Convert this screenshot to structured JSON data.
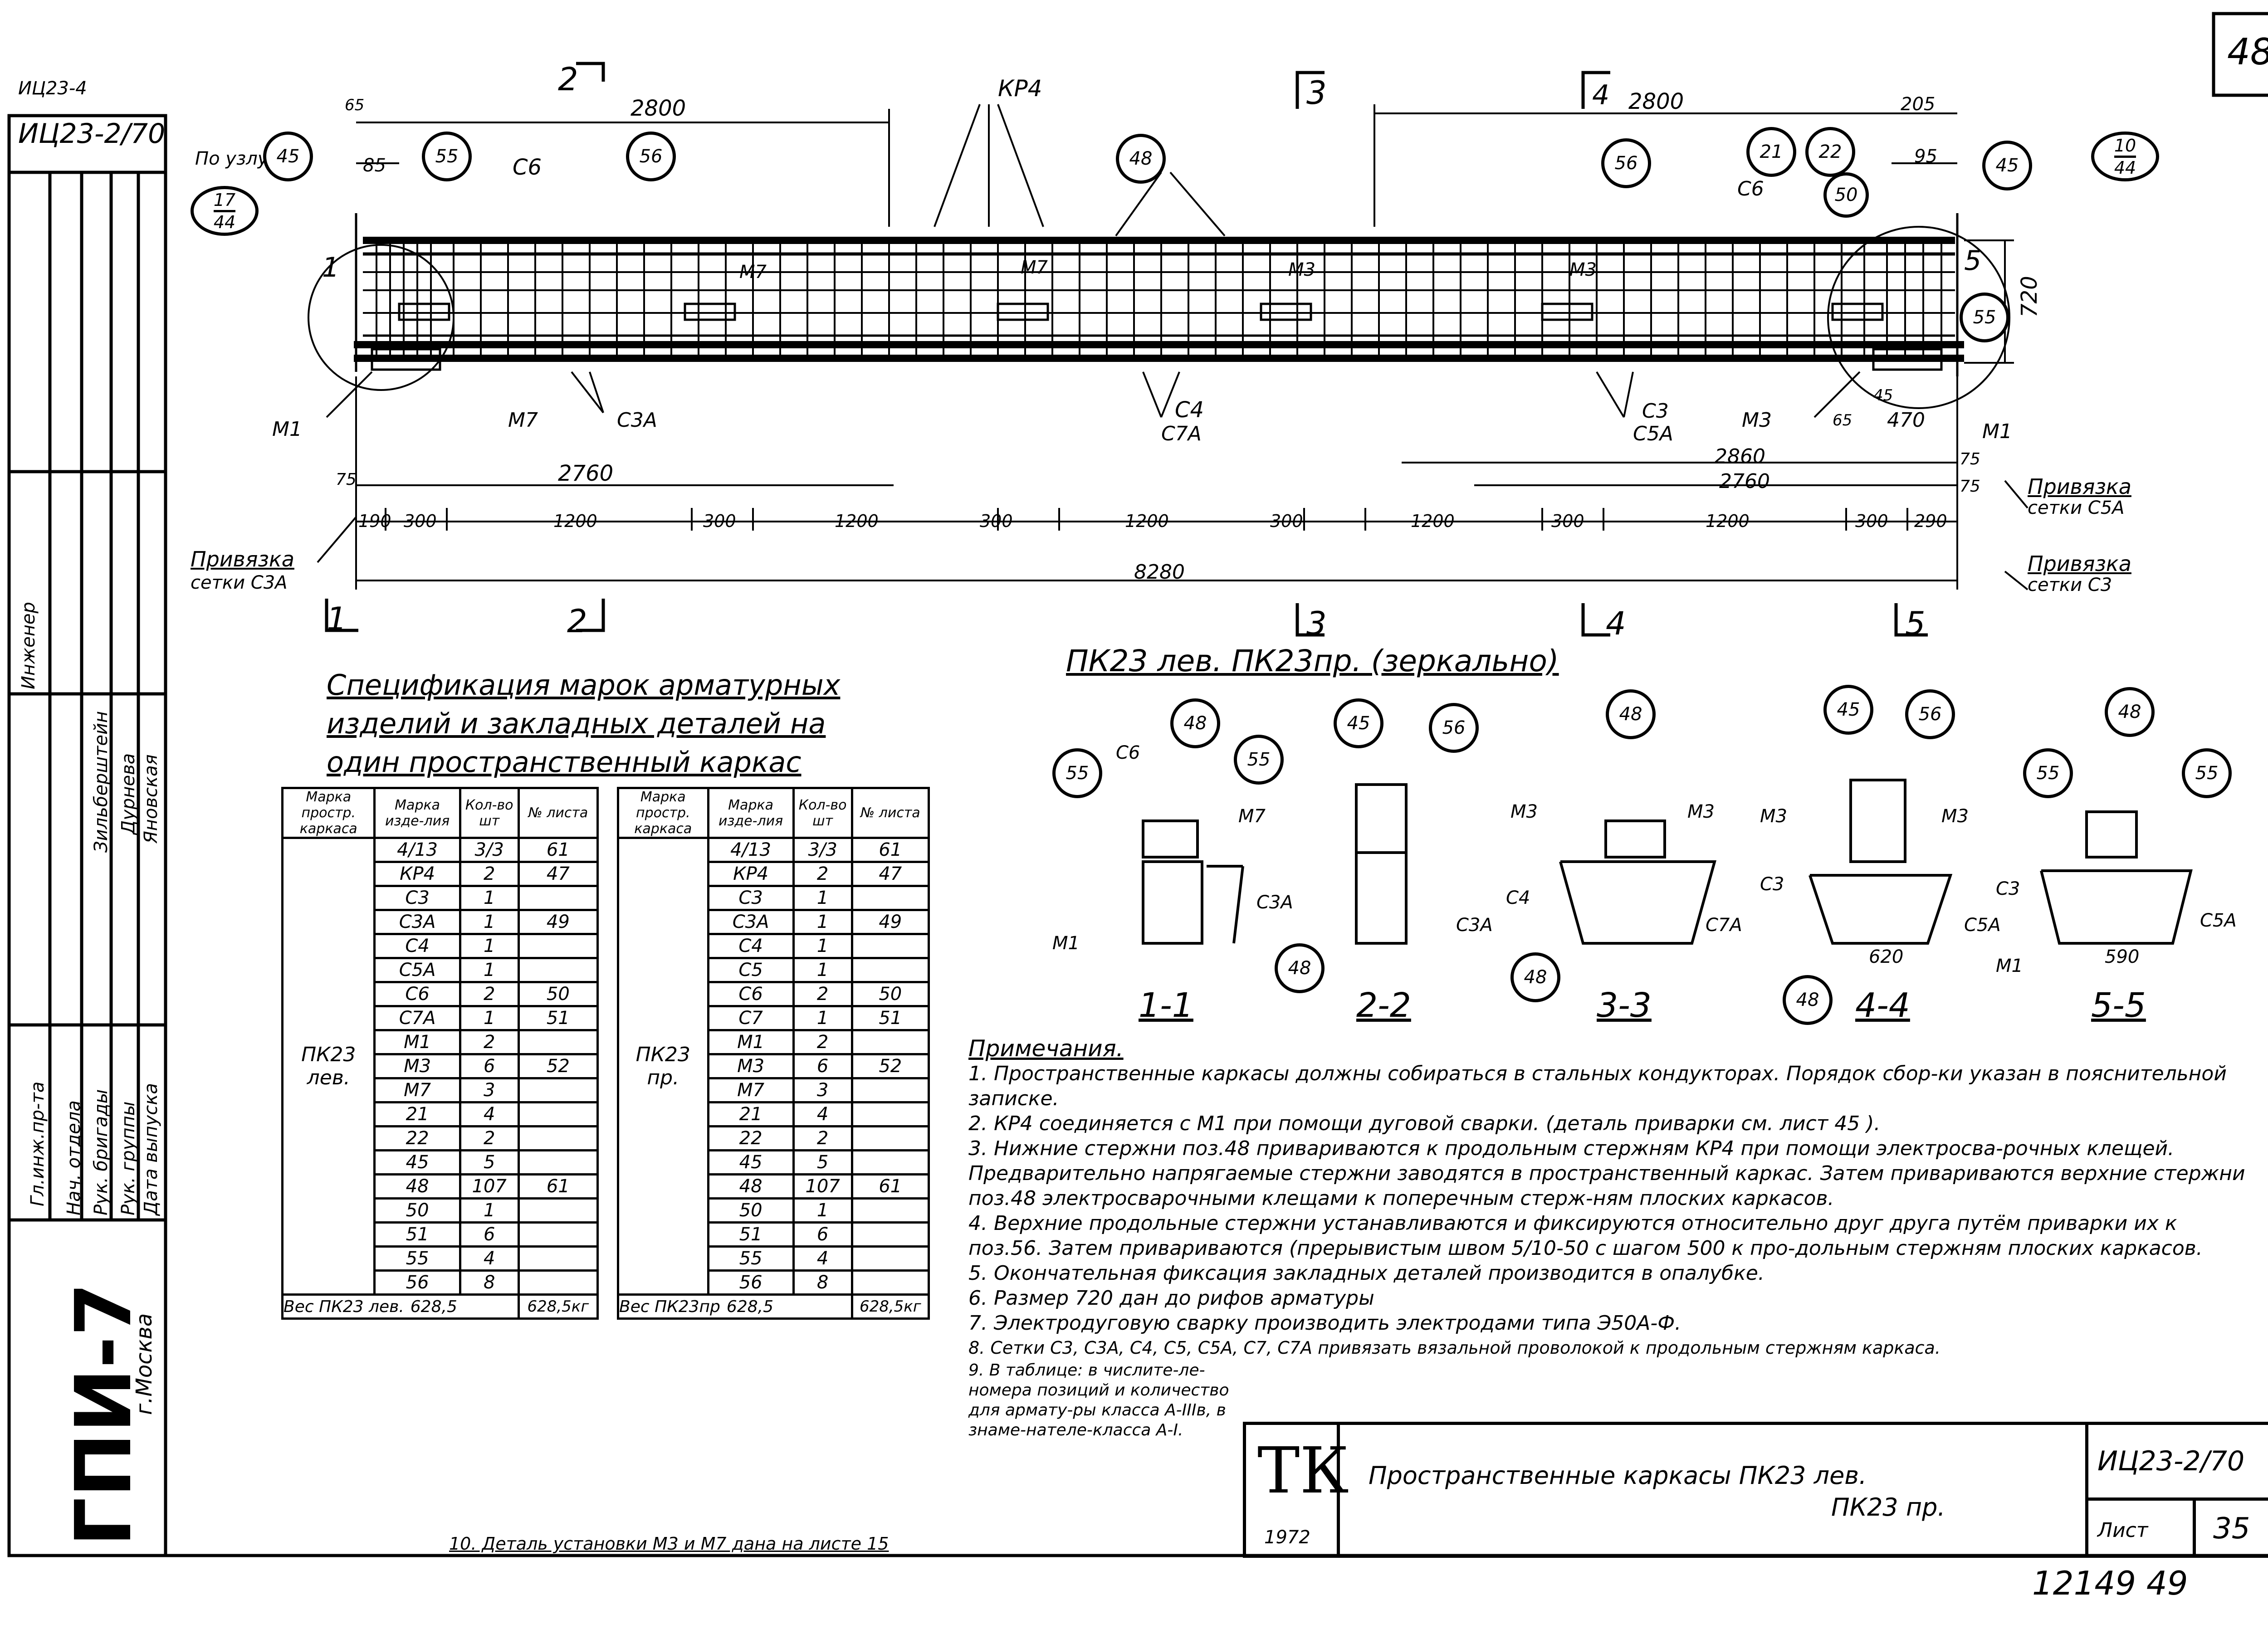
{
  "sheet": {
    "corner_number": "48",
    "doc_code_top": "ИЦ23-2/70",
    "doc_code_top_small": "ИЦ23-4",
    "archive_number": "12149  49"
  },
  "sidebar": {
    "org": "ГПИ-7",
    "city": "г.Москва",
    "roles": [
      "Нач. отдела",
      "Рук. бригады",
      "Рук. группы",
      "Дата выпуска"
    ],
    "role_top": "Гл.инж.пр-та",
    "surnames": [
      "Зильберштейн",
      "Дурнева",
      "Яновская"
    ],
    "engineer_label": "Инженер"
  },
  "elevation": {
    "section_marks": [
      "1",
      "2",
      "3",
      "4",
      "5"
    ],
    "top_dims": {
      "left_2800": "2800",
      "right_2800": "2800",
      "d65": "65",
      "d85": "85",
      "d205": "205",
      "d95": "95"
    },
    "bottom_dims": {
      "d2760_left": "2760",
      "d2860": "2860",
      "d2760_right": "2760",
      "d75a": "75",
      "d75b": "75",
      "d75c": "75",
      "segments": [
        "190",
        "300",
        "1200",
        "300",
        "1200",
        "300",
        "1200",
        "300",
        "1200",
        "300",
        "1200",
        "300",
        "290"
      ],
      "total": "8280"
    },
    "height_dim": "720",
    "node_ref": "По узлу 9",
    "labels": {
      "kr4": "КР4",
      "c6_left": "С6",
      "c6_right": "С6",
      "m7a": "М7",
      "m7b": "М7",
      "m3a": "М3",
      "m3b": "М3",
      "m1_left": "М1",
      "m1_right": "М1",
      "m7_bottom": "М7",
      "c3a_bottom": "С3А",
      "c4": "С4",
      "c7a": "С7А",
      "c3": "С3",
      "c5a": "С5А",
      "m3_bottom": "М3",
      "d65b": "65",
      "d45": "45",
      "d470": "470"
    },
    "bubbles": {
      "b45_left": "45",
      "b55_left": "55",
      "b56_left": "56",
      "b48": "48",
      "b56_right": "56",
      "b21": "21",
      "b22": "22",
      "b50": "50",
      "b45_right": "45",
      "b55_right": "55"
    },
    "fraction_left": {
      "num": "17",
      "den": "44"
    },
    "fraction_right": {
      "num": "10",
      "den": "44"
    },
    "tie_left": [
      "Привязка",
      "сетки С3А"
    ],
    "tie_right_top": [
      "Привязка",
      "сетки С5А"
    ],
    "tie_right_bottom": [
      "Привязка",
      "сетки С3"
    ]
  },
  "spec": {
    "title_lines": [
      "Спецификация марок арматурных",
      "изделий и закладных деталей на",
      "один пространственный каркас"
    ],
    "headers": [
      "Марка простр. каркаса",
      "Марка изде-лия",
      "Кол-во шт",
      "№ листа"
    ],
    "left": {
      "frame_mark": "ПК23 лев.",
      "head_row": [
        "4/13",
        "3/3",
        "61"
      ],
      "rows": [
        [
          "КР4",
          "2",
          "47"
        ],
        [
          "С3",
          "1",
          ""
        ],
        [
          "С3А",
          "1",
          "49"
        ],
        [
          "С4",
          "1",
          ""
        ],
        [
          "С5А",
          "1",
          ""
        ],
        [
          "С6",
          "2",
          "50"
        ],
        [
          "С7А",
          "1",
          "51"
        ],
        [
          "М1",
          "2",
          ""
        ],
        [
          "М3",
          "6",
          "52"
        ],
        [
          "М7",
          "3",
          ""
        ],
        [
          "21",
          "4",
          ""
        ],
        [
          "22",
          "2",
          ""
        ],
        [
          "45",
          "5",
          ""
        ],
        [
          "48",
          "107",
          "61"
        ],
        [
          "50",
          "1",
          ""
        ],
        [
          "51",
          "6",
          ""
        ],
        [
          "55",
          "4",
          ""
        ],
        [
          "56",
          "8",
          ""
        ]
      ],
      "weight_label": "Вес ПК23 лев.",
      "weight_1": "628,5",
      "weight_2": "628,5кг"
    },
    "right": {
      "frame_mark": "ПК23 пр.",
      "head_row": [
        "4/13",
        "3/3",
        "61"
      ],
      "rows": [
        [
          "КР4",
          "2",
          "47"
        ],
        [
          "С3",
          "1",
          ""
        ],
        [
          "С3А",
          "1",
          "49"
        ],
        [
          "С4",
          "1",
          ""
        ],
        [
          "С5",
          "1",
          ""
        ],
        [
          "С6",
          "2",
          "50"
        ],
        [
          "С7",
          "1",
          "51"
        ],
        [
          "М1",
          "2",
          ""
        ],
        [
          "М3",
          "6",
          "52"
        ],
        [
          "М7",
          "3",
          ""
        ],
        [
          "21",
          "4",
          ""
        ],
        [
          "22",
          "2",
          ""
        ],
        [
          "45",
          "5",
          ""
        ],
        [
          "48",
          "107",
          "61"
        ],
        [
          "50",
          "1",
          ""
        ],
        [
          "51",
          "6",
          ""
        ],
        [
          "55",
          "4",
          ""
        ],
        [
          "56",
          "8",
          ""
        ]
      ],
      "weight_label": "Вес ПК23пр",
      "weight_1": "628,5",
      "weight_2": "628,5кг"
    },
    "footnote": "10. Деталь установки М3 и М7 дана на листе 15"
  },
  "sections": {
    "heading": "ПК23 лев. ПК23пр. (зеркально)",
    "names": [
      "1-1",
      "2-2",
      "3-3",
      "4-4",
      "5-5"
    ],
    "s1": {
      "b55a": "55",
      "b48": "48",
      "b55b": "55",
      "c6": "С6",
      "m7": "М7",
      "c3a": "С3А",
      "m1": "М1"
    },
    "s2": {
      "b45": "45",
      "b56": "56",
      "c3a": "С3А",
      "b48": "48"
    },
    "s3": {
      "b48": "48",
      "m3a": "М3",
      "m3b": "М3",
      "c4": "С4",
      "c7a": "С7А",
      "b48b": "48"
    },
    "s4": {
      "b45": "45",
      "b56": "56",
      "m3a": "М3",
      "m3b": "М3",
      "c3": "С3",
      "c5a": "С5А",
      "dim": "620",
      "b48": "48"
    },
    "s5": {
      "b55a": "55",
      "b48": "48",
      "b55b": "55",
      "c3": "С3",
      "c5a": "С5А",
      "m1": "М1",
      "dim": "590"
    }
  },
  "notes": {
    "title": "Примечания.",
    "items": [
      "1. Пространственные каркасы должны собираться в стальных кондукторах. Порядок сбор-ки указан в пояснительной записке.",
      "2. КР4 соединяется с М1 при помощи дуговой сварки. (деталь приварки см. лист 45 ).",
      "3. Нижние стержни поз.48 привариваются к продольным стержням КР4 при помощи электросва-рочных клещей. Предварительно напрягаемые стержни заводятся в пространственный каркас. Затем привариваются верхние стержни поз.48 электросварочными клещами к поперечным стерж-ням плоских каркасов.",
      "4. Верхние продольные стержни устанавливаются и фиксируются относительно друг друга путём приварки их к поз.56. Затем привариваются (прерывистым швом 5/10-50 с шагом 500 к про-дольным стержням плоских каркасов.",
      "5. Окончательная фиксация закладных деталей производится в опалубке.",
      "6. Размер 720 дан до рифов арматуры",
      "7. Электродуговую сварку производить электродами типа Э50А-Ф.",
      "8. Сетки С3, С3А, С4, С5, С5А, С7, С7А привязать вязальной проволокой к продольным стержням каркаса.",
      "9. В таблице: в числите-ле-номера позиций и количество для армату-ры класса А-IIIв, в знаме-нателе-класса А-I."
    ]
  },
  "title_block": {
    "logo": "ТК",
    "year": "1972",
    "title_line1": "Пространственные каркасы ПК23 лев.",
    "title_line2": "ПК23 пр.",
    "series": "ИЦ23-2/70",
    "sheet_label": "Лист",
    "sheet_no": "35"
  }
}
